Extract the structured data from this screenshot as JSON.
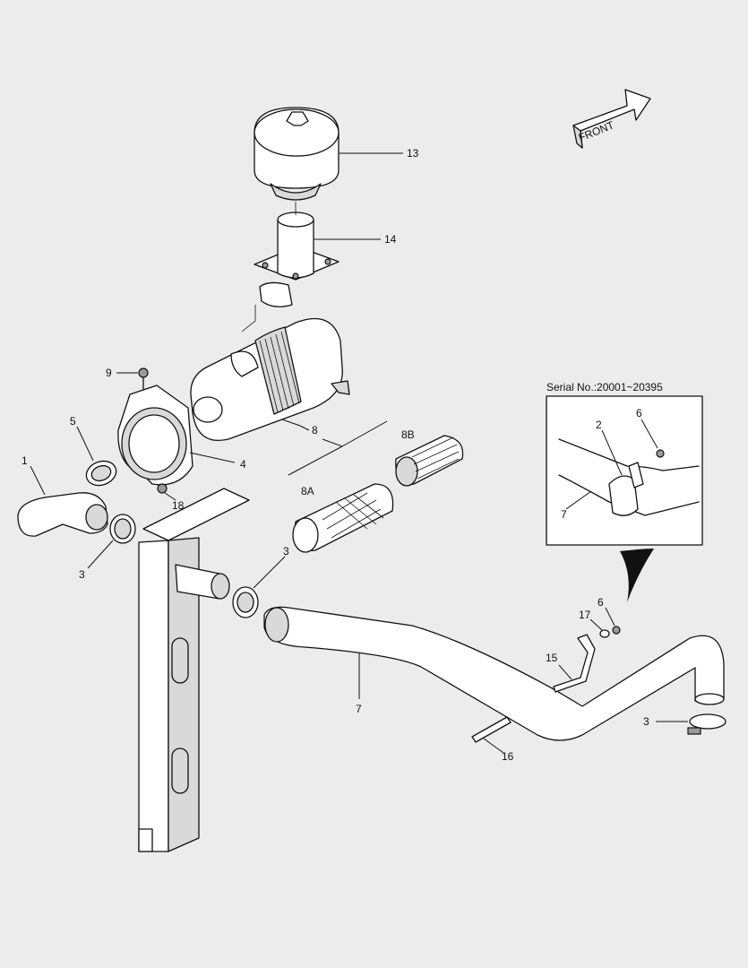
{
  "front_arrow": {
    "label": "FRONT"
  },
  "inset": {
    "serial_label": "Serial No.:20001~20395"
  },
  "callouts": {
    "c1": "1",
    "c2": "2",
    "c3a": "3",
    "c3b": "3",
    "c3c": "3",
    "c4": "4",
    "c5": "5",
    "c6a": "6",
    "c6b": "6",
    "c7a": "7",
    "c7b": "7",
    "c8": "8",
    "c8a": "8A",
    "c8b": "8B",
    "c9": "9",
    "c13": "13",
    "c14": "14",
    "c15": "15",
    "c16": "16",
    "c17": "17",
    "c18": "18"
  },
  "colors": {
    "background": "#ececec",
    "line": "#111111",
    "part_fill": "#ffffff",
    "shade": "#d9d9d9"
  }
}
